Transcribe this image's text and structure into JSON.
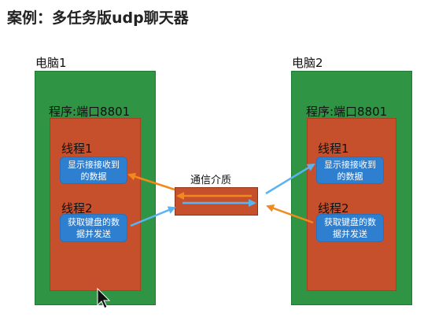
{
  "title": "案例：多任务版udp聊天器",
  "pc1": {
    "label": "电脑1",
    "process": "程序:端口8801",
    "thread1": {
      "label": "线程1",
      "task": "显示接接收到的数据"
    },
    "thread2": {
      "label": "线程2",
      "task": "获取键盘的数据并发送"
    }
  },
  "pc2": {
    "label": "电脑2",
    "process": "程序:端口8801",
    "thread1": {
      "label": "线程1",
      "task": "显示接接收到的数据"
    },
    "thread2": {
      "label": "线程2",
      "task": "获取键盘的数据并发送"
    }
  },
  "medium": {
    "label": "通信介质"
  },
  "colors": {
    "computer": "#2f9443",
    "process": "#c7502c",
    "bubble": "#2f7fd1",
    "arrow_send": "#5ab4f0",
    "arrow_receive": "#f08a1c"
  }
}
